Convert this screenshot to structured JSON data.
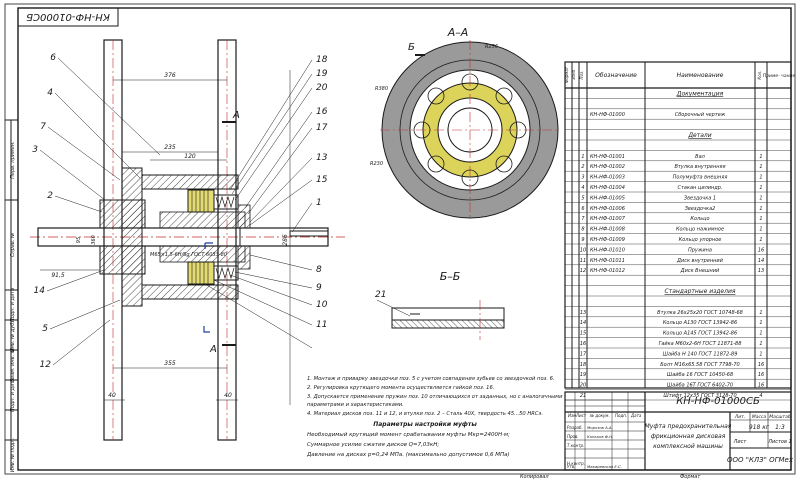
{
  "drawing": {
    "number_rotated": "КН-НФ-01000СБ",
    "section_aa": "А–А",
    "section_bb": "Б–Б",
    "marker_a": "А",
    "marker_b": "Б",
    "callouts": [
      "6",
      "4",
      "7",
      "3",
      "2",
      "14",
      "5",
      "12",
      "18",
      "19",
      "20",
      "16",
      "17",
      "13",
      "15",
      "1",
      "8",
      "9",
      "10",
      "11",
      "21"
    ],
    "dims": {
      "d376": "376",
      "d235": "235",
      "d120": "120",
      "d286": "286",
      "d40": "40",
      "d355": "355",
      "d95": "95",
      "d360": "360",
      "thread": "М65×1,5-6Н/6g ГОСТ 6033-80",
      "r256": "R256",
      "r380": "R380",
      "r230": "R230",
      "d915": "91,5"
    },
    "vert_labels": {
      "perv": "Перв. примен.",
      "sprav": "Справ. №",
      "podp1": "Подп. и дата",
      "inv_dubl": "Инв. № дубл.",
      "vzam": "Взам. инв. №",
      "podp2": "Подп. и дата",
      "inv_podl": "Инв. № подл."
    }
  },
  "notes": {
    "lines": [
      "1. Монтаж и приварку звездочки поз. 5 с учетом совпадения зубьев со звездочкой поз. 6.",
      "2. Регулировка крутящего момента осуществляется гайкой поз. 16.",
      "3. Допускается применение пружин поз. 10 отличающихся от заданных, но с аналогичными",
      "    параметрами и характеристиками.",
      "4. Материал дисков поз. 11 и 12, и втулки поз. 2 – Сталь 40Х, твердость 45...50 НRСэ."
    ],
    "params_title": "Параметры настройки муфты",
    "params": [
      "Необходимый крутящий момент срабатывания муфты Мкр=2400Н·м;",
      "Суммарное усилие сжатия дисков Q=7,03кН;",
      "Давление на дисках p=0,24 МПа. (максимально допустимое 0,6 МПа)"
    ]
  },
  "spec": {
    "headers": [
      "Формат",
      "Зона",
      "Поз.",
      "Обозначение",
      "Наименование",
      "Кол.",
      "Приме- чание"
    ],
    "sections": {
      "docs": "Документация",
      "parts": "Детали",
      "std": "Стандартные изделия"
    },
    "doc_rows": [
      {
        "pos": "",
        "code": "КН-НФ-01000",
        "name": "Сборочный чертеж",
        "qty": ""
      }
    ],
    "part_rows": [
      {
        "pos": "1",
        "code": "КН-НФ-01001",
        "name": "Вал",
        "qty": "1"
      },
      {
        "pos": "2",
        "code": "КН-НФ-01002",
        "name": "Втулка внутренняя",
        "qty": "1"
      },
      {
        "pos": "3",
        "code": "КН-НФ-01003",
        "name": "Полумуфта внешняя",
        "qty": "1"
      },
      {
        "pos": "4",
        "code": "КН-НФ-01004",
        "name": "Стакан цилиндр.",
        "qty": "1"
      },
      {
        "pos": "5",
        "code": "КН-НФ-01005",
        "name": "Звездочка 1",
        "qty": "1"
      },
      {
        "pos": "6",
        "code": "КН-НФ-01006",
        "name": "Звездочка2",
        "qty": "1"
      },
      {
        "pos": "7",
        "code": "КН-НФ-01007",
        "name": "Кольцо",
        "qty": "1"
      },
      {
        "pos": "8",
        "code": "КН-НФ-01008",
        "name": "Кольцо нажимное",
        "qty": "1"
      },
      {
        "pos": "9",
        "code": "КН-НФ-01009",
        "name": "Кольцо упорное",
        "qty": "1"
      },
      {
        "pos": "10",
        "code": "КН-НФ-01010",
        "name": "Пружина",
        "qty": "16"
      },
      {
        "pos": "11",
        "code": "КН-НФ-01011",
        "name": "Диск внутренний",
        "qty": "14"
      },
      {
        "pos": "12",
        "code": "КН-НФ-01012",
        "name": "Диск Внешний",
        "qty": "13"
      }
    ],
    "std_rows": [
      {
        "pos": "13",
        "name": "Втулка 26х25х20 ГОСТ 10748-68",
        "qty": "1"
      },
      {
        "pos": "14",
        "name": "Кольцо А130 ГОСТ 13942-86",
        "qty": "1"
      },
      {
        "pos": "15",
        "name": "Кольцо А145 ГОСТ 13942-86",
        "qty": "1"
      },
      {
        "pos": "16",
        "name": "Гайка М60х2-6Н ГОСТ 11871-88",
        "qty": "1"
      },
      {
        "pos": "17",
        "name": "Шайба Н 140 ГОСТ 11872-89",
        "qty": "1"
      },
      {
        "pos": "18",
        "name": "Болт М16х65.58 ГОСТ 7798-70",
        "qty": "16"
      },
      {
        "pos": "19",
        "name": "Шайба 16 ГОСТ 10450-68",
        "qty": "16"
      },
      {
        "pos": "20",
        "name": "Шайба 16Т ГОСТ 6402-70",
        "qty": "16"
      },
      {
        "pos": "21",
        "name": "Штифт 12х35 ГОСТ 3128-70",
        "qty": "4"
      }
    ]
  },
  "title_block": {
    "doc_number": "КН-НФ-01000СБ",
    "title_lines": [
      "Муфта предохранительная",
      "фрикционная дисковая",
      "комплексной машины"
    ],
    "lit_header": "Лит.",
    "mass_header": "Масса",
    "scale_header": "Масштаб",
    "mass": "918 кг",
    "scale": "1:3",
    "sheet": "Лист",
    "sheets": "Листов 1",
    "org": "ООО \"КЛЗ\" ОГМех",
    "row_labels": [
      "Изм",
      "Лист",
      "№ докум.",
      "Подп.",
      "Дата"
    ],
    "roles": [
      {
        "role": "Разраб.",
        "name": "Морозов А.А."
      },
      {
        "role": "Пров.",
        "name": "Коньков Ф.Н."
      },
      {
        "role": "Т.контр.",
        "name": ""
      },
      {
        "role": "",
        "name": ""
      },
      {
        "role": "Н.контр.",
        "name": ""
      },
      {
        "role": "Утв.",
        "name": "Макаревская Е.С."
      }
    ],
    "copied": "Копировал",
    "format": "Формат"
  }
}
